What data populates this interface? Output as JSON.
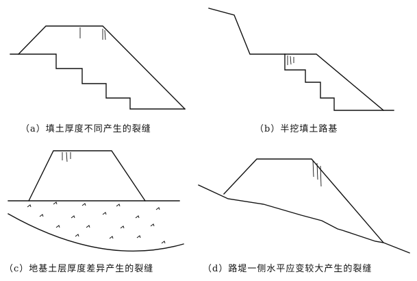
{
  "captions": {
    "a": "（a）填土厚度不同产生的裂缝",
    "b": "（b）半挖填土路基",
    "c": "（c）地基土层厚度差异产生的裂缝",
    "d": "（d）路堤一侧水平应变较大产生的裂缝"
  }
}
